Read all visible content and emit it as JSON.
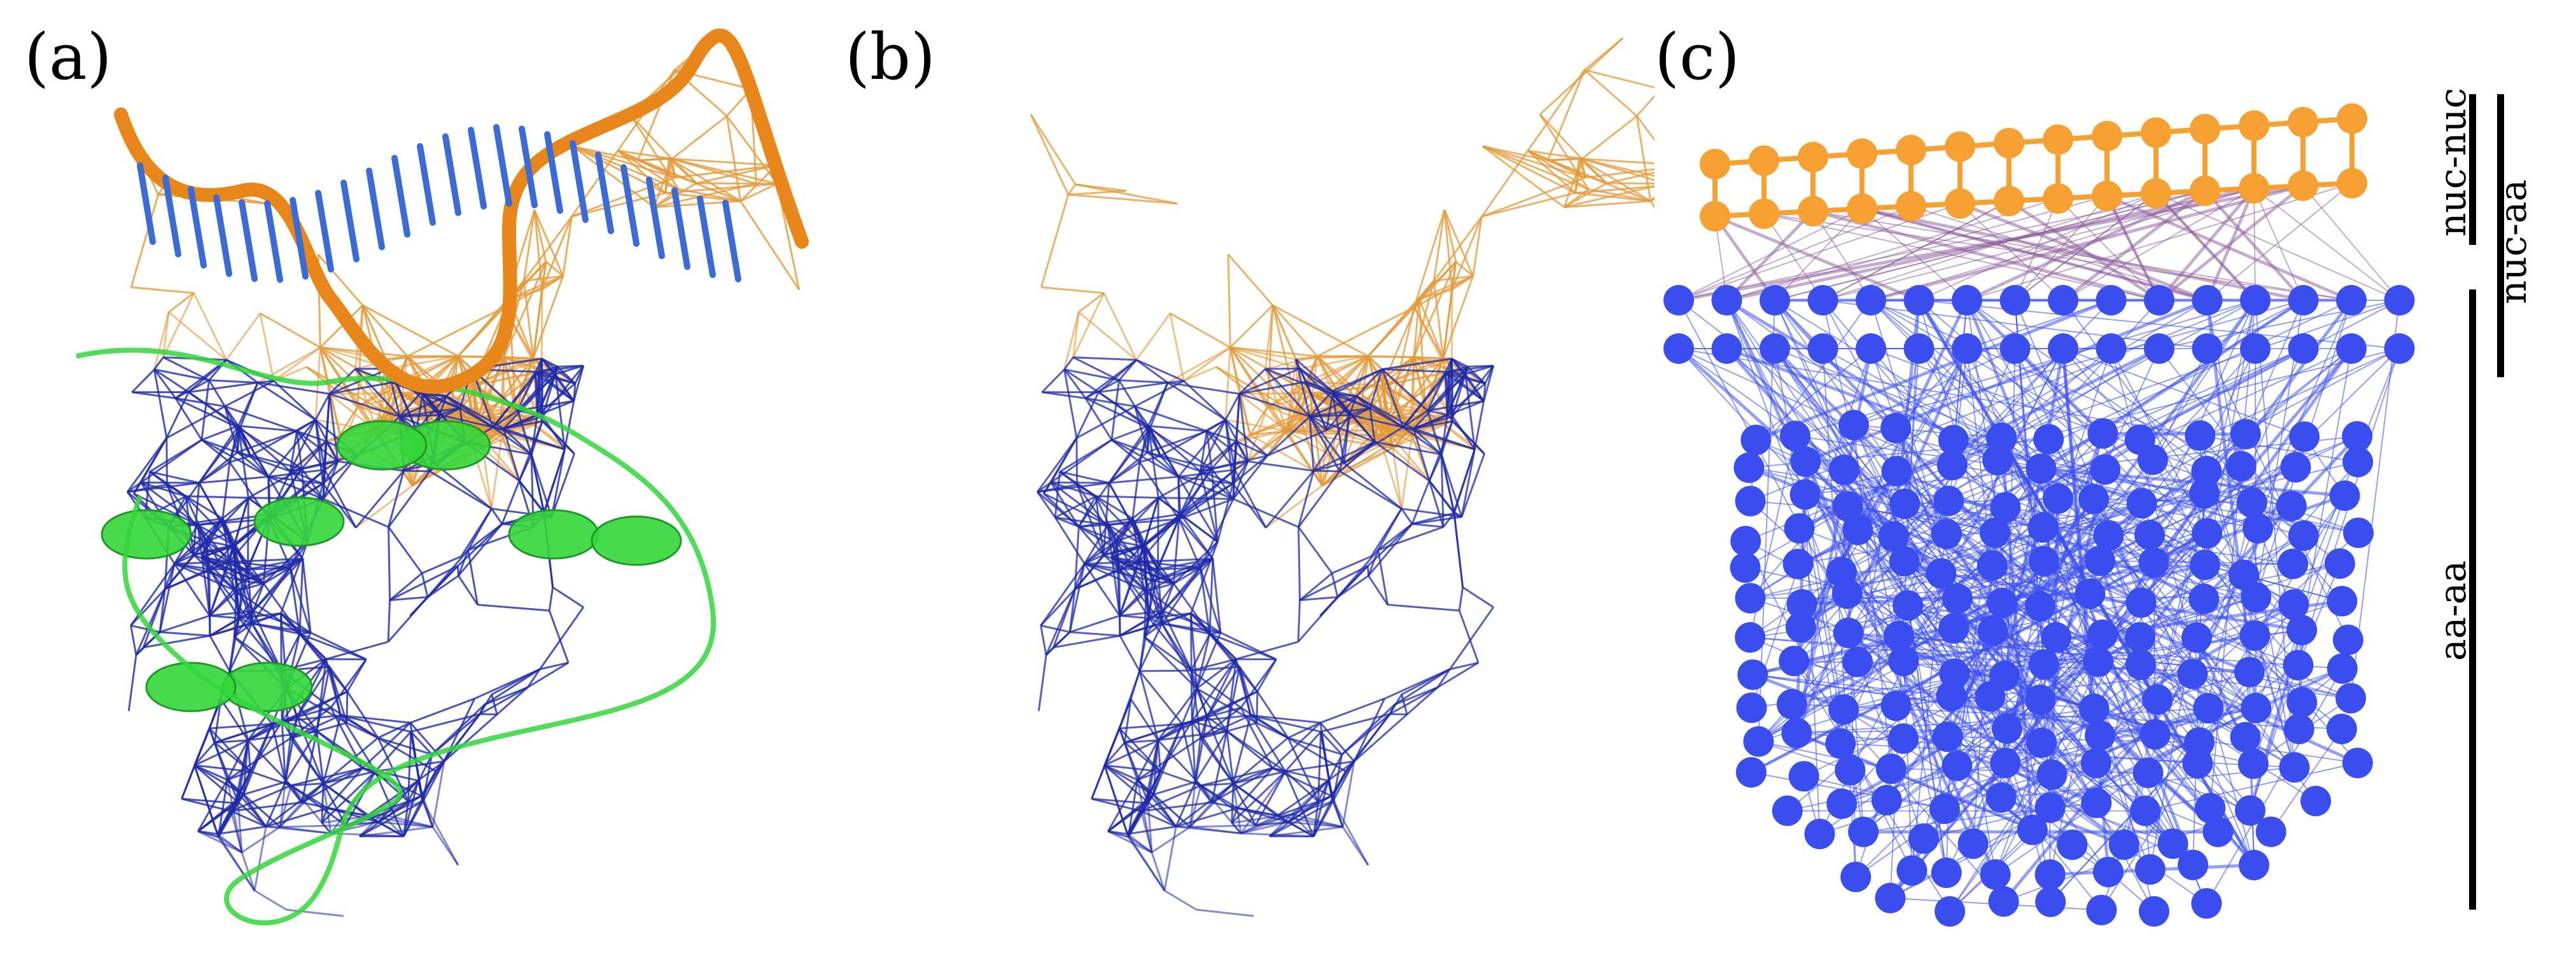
{
  "panels": {
    "a": {
      "label": "(a)"
    },
    "b": {
      "label": "(b)"
    },
    "c": {
      "label": "(c)"
    }
  },
  "legend": {
    "nuc_nuc": "nuc-nuc",
    "nuc_aa": "nuc-aa",
    "aa_aa": "aa-aa"
  },
  "colors": {
    "nucleotide": "#f5a030",
    "nucleotide_edge": "#e39a3a",
    "amino_acid": "#3a4ef0",
    "amino_acid_edge": "#1f2aa8",
    "protein_cartoon": "#33d63a",
    "rna_backbone": "#e8861a",
    "cross_edge": "#8a5a9a"
  }
}
